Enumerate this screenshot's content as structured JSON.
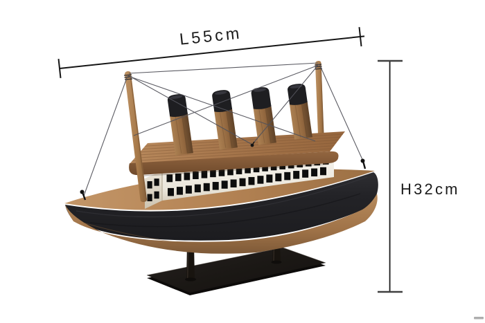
{
  "page": {
    "background_color": "#ffffff"
  },
  "annotations": {
    "length_label": "L55cm",
    "height_label": "H32cm",
    "line_color": "#1b1b1b"
  },
  "product": {
    "description": "wooden model steamship with four funnels on a black metal display stand",
    "funnel_count": 4,
    "mast_count": 2,
    "windows": {
      "front_top_count": 19,
      "front_bottom_count": 18,
      "side_rows": 2,
      "side_cols": 2
    },
    "colors": {
      "deck_wood": "#b8895c",
      "lower_hull_wood": "#a87c4f",
      "hull_black": "#232326",
      "roof_wood": "#a0714a",
      "cabin_white": "#f3f1ea",
      "window_black": "#0d0d0d",
      "stand_black": "#1b1817",
      "rigging_gray": "#52525a"
    }
  }
}
